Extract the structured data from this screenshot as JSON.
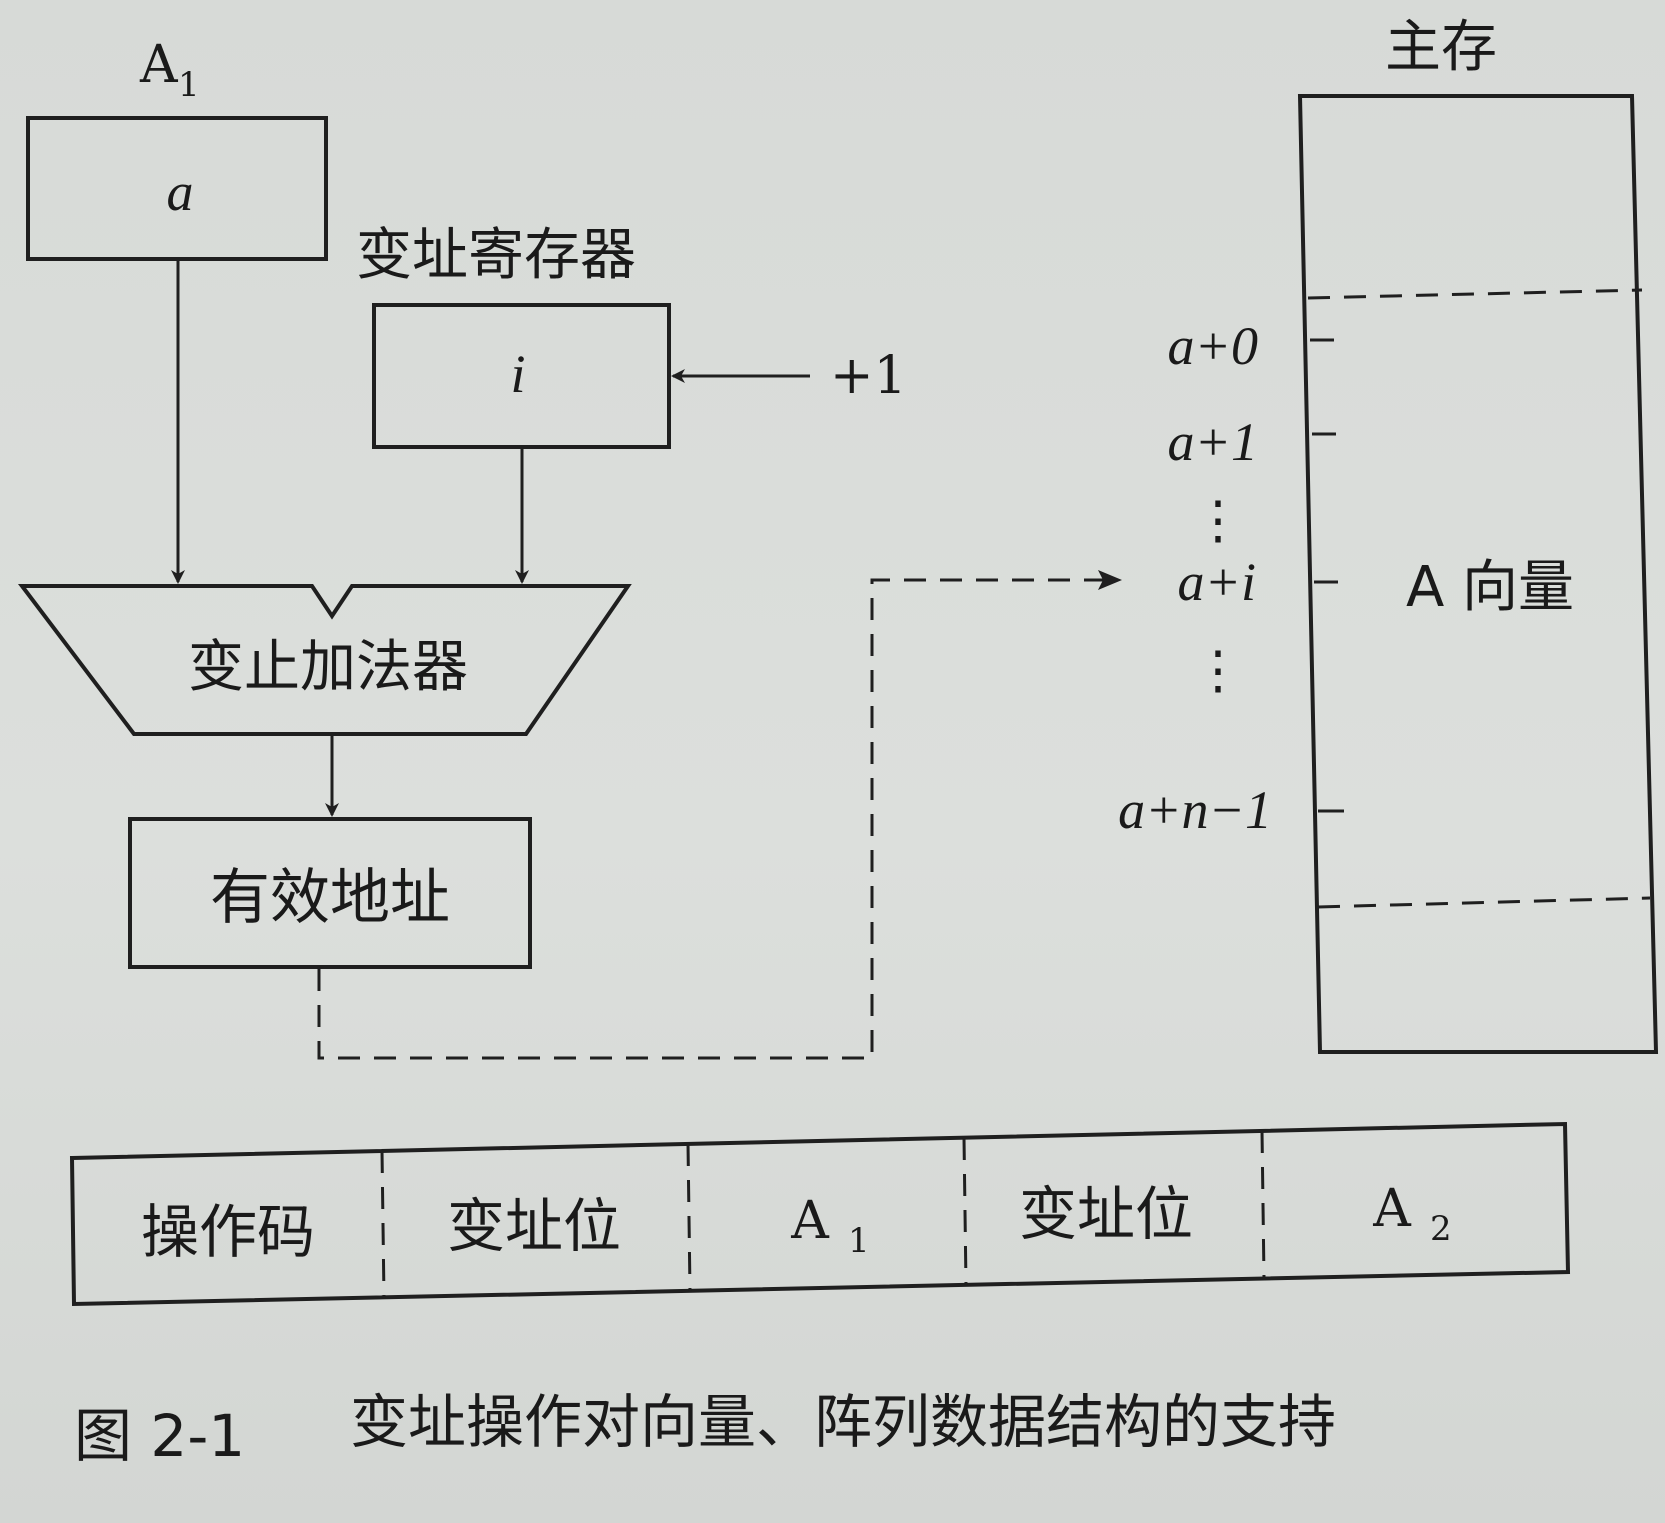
{
  "register_a1": {
    "label_main": "A",
    "label_sub": "1",
    "content": "a"
  },
  "index_register": {
    "title": "变址寄存器",
    "content": "i",
    "increment": "+1"
  },
  "adder": {
    "label": "变止加法器"
  },
  "effective_address": {
    "label": "有效地址"
  },
  "memory": {
    "title": "主存",
    "region_label": "A 向量",
    "address_labels": {
      "a0": "a+0",
      "a1": "a+1",
      "ai": "a+i",
      "an": "a+n−1"
    },
    "ellipsis": "⋮"
  },
  "instruction_format": {
    "fields": [
      "操作码",
      "变址位",
      "A",
      "变址位",
      "A"
    ],
    "subscripts": [
      "",
      "",
      "1",
      "",
      "2"
    ]
  },
  "caption": {
    "figure_number": "图 2-1",
    "text": "变址操作对向量、阵列数据结构的支持"
  }
}
